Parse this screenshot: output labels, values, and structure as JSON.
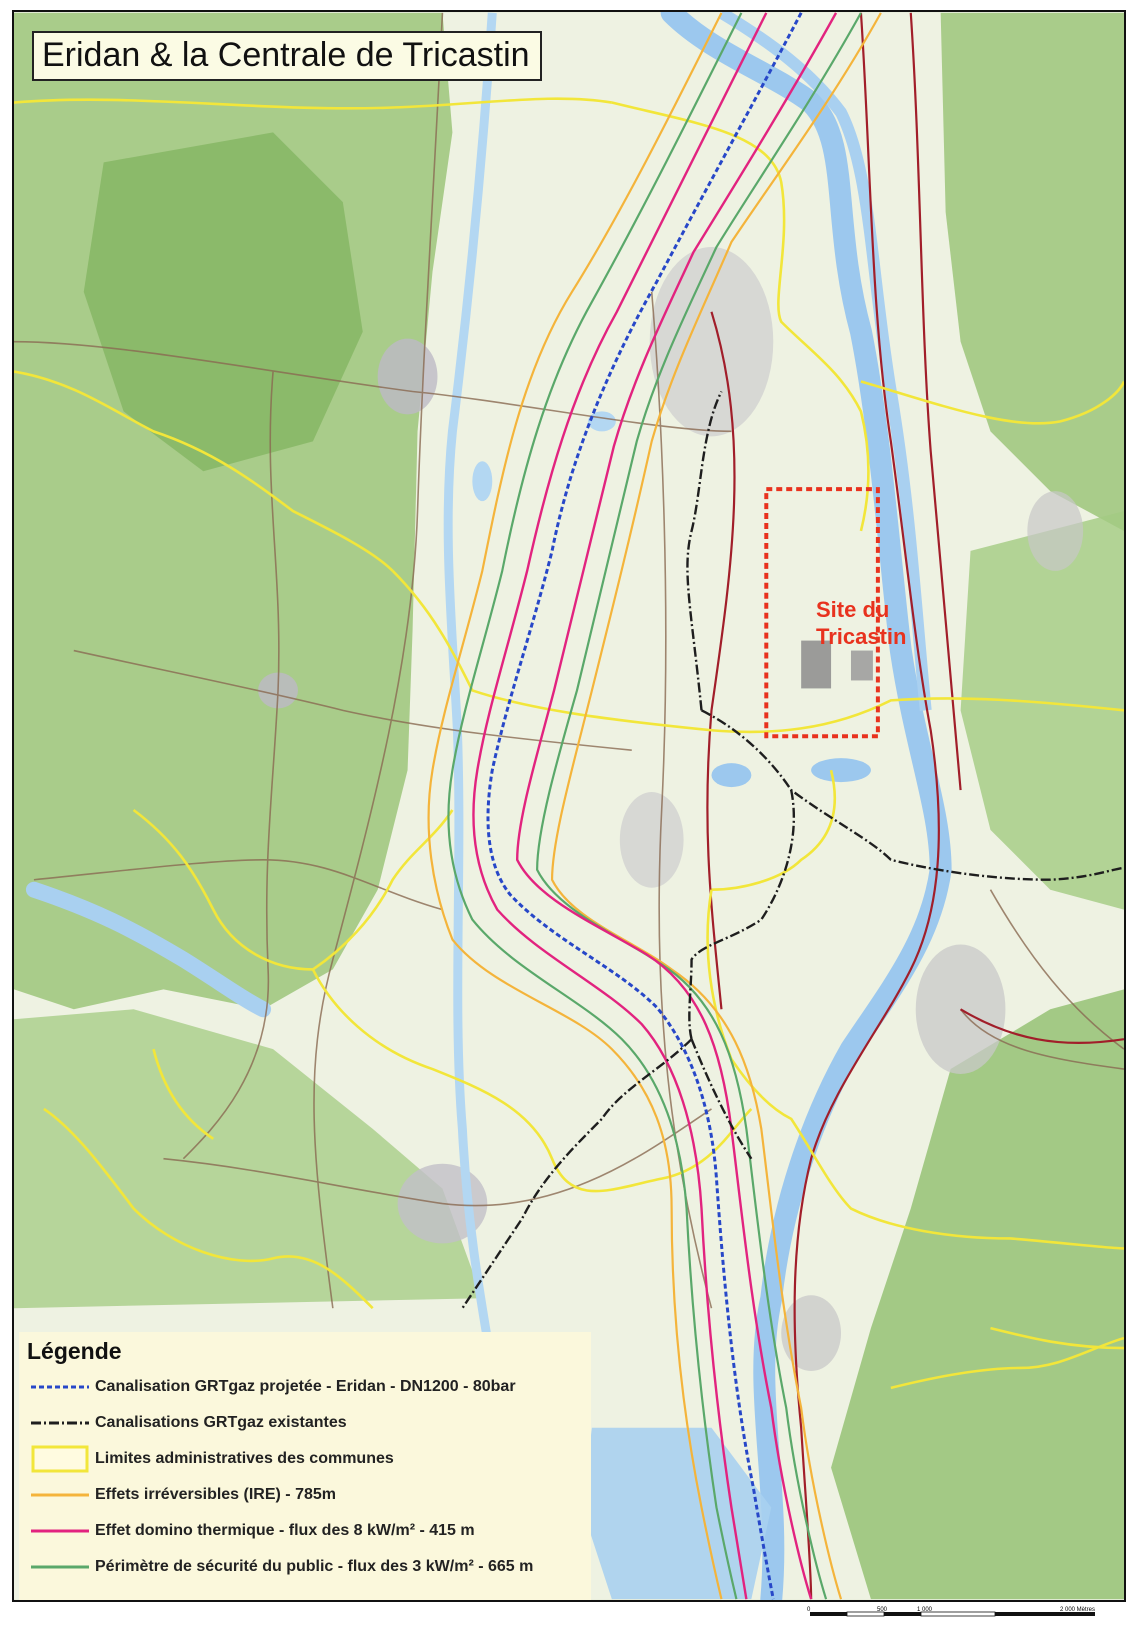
{
  "title": "Eridan & la Centrale de Tricastin",
  "site_label_line1": "Site du",
  "site_label_line2": "Tricastin",
  "legend": {
    "title": "Légende",
    "items": [
      {
        "label": "Canalisation GRTgaz projetée - Eridan - DN1200 - 80bar",
        "color": "#2747c8",
        "style": "dashed-line"
      },
      {
        "label": "Canalisations GRTgaz existantes",
        "color": "#1e1e1e",
        "style": "dash-dot-line"
      },
      {
        "label": "Limites administratives des communes",
        "color": "#f2e63a",
        "style": "box"
      },
      {
        "label": "Effets irréversibles (IRE) - 785m",
        "color": "#f4b43b",
        "style": "line"
      },
      {
        "label": "Effet domino thermique - flux des 8 kW/m² - 415 m",
        "color": "#e2237f",
        "style": "line"
      },
      {
        "label": "Périmètre de sécurité du public - flux des 3 kW/m² - 665 m",
        "color": "#5aa86a",
        "style": "line"
      }
    ]
  },
  "scale": {
    "ticks": [
      "0",
      "500",
      "1 000",
      "2 000 Mètres"
    ]
  },
  "colors": {
    "terrain": "#e9efdc",
    "relief": "#8fbf6c",
    "river": "#9cc8ee",
    "highlight_box": "#e8321e",
    "eridan": "#2747c8",
    "existing": "#1e1e1e",
    "communes": "#f2e63a",
    "ire": "#f4b43b",
    "domino": "#e2237f",
    "public": "#5aa86a",
    "rail": "#a11e2a"
  }
}
